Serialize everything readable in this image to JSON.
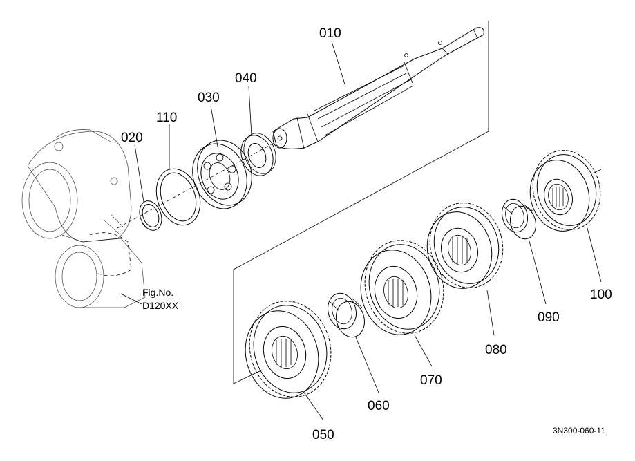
{
  "diagram": {
    "parts": [
      {
        "id": "010",
        "name": "shaft"
      },
      {
        "id": "020",
        "name": "snap-ring-small"
      },
      {
        "id": "110",
        "name": "snap-ring-large"
      },
      {
        "id": "030",
        "name": "ball-bearing"
      },
      {
        "id": "040",
        "name": "washer"
      },
      {
        "id": "050",
        "name": "gear"
      },
      {
        "id": "060",
        "name": "collar"
      },
      {
        "id": "070",
        "name": "gear"
      },
      {
        "id": "080",
        "name": "gear"
      },
      {
        "id": "090",
        "name": "collar"
      },
      {
        "id": "100",
        "name": "gear"
      }
    ],
    "labels": {
      "p010": "010",
      "p020": "020",
      "p110": "110",
      "p030": "030",
      "p040": "040",
      "p050": "050",
      "p060": "060",
      "p070": "070",
      "p080": "080",
      "p090": "090",
      "p100": "100"
    },
    "fig_no_label": "Fig.No.",
    "fig_no_value": "D120XX",
    "drawing_code": "3N300-060-11"
  }
}
